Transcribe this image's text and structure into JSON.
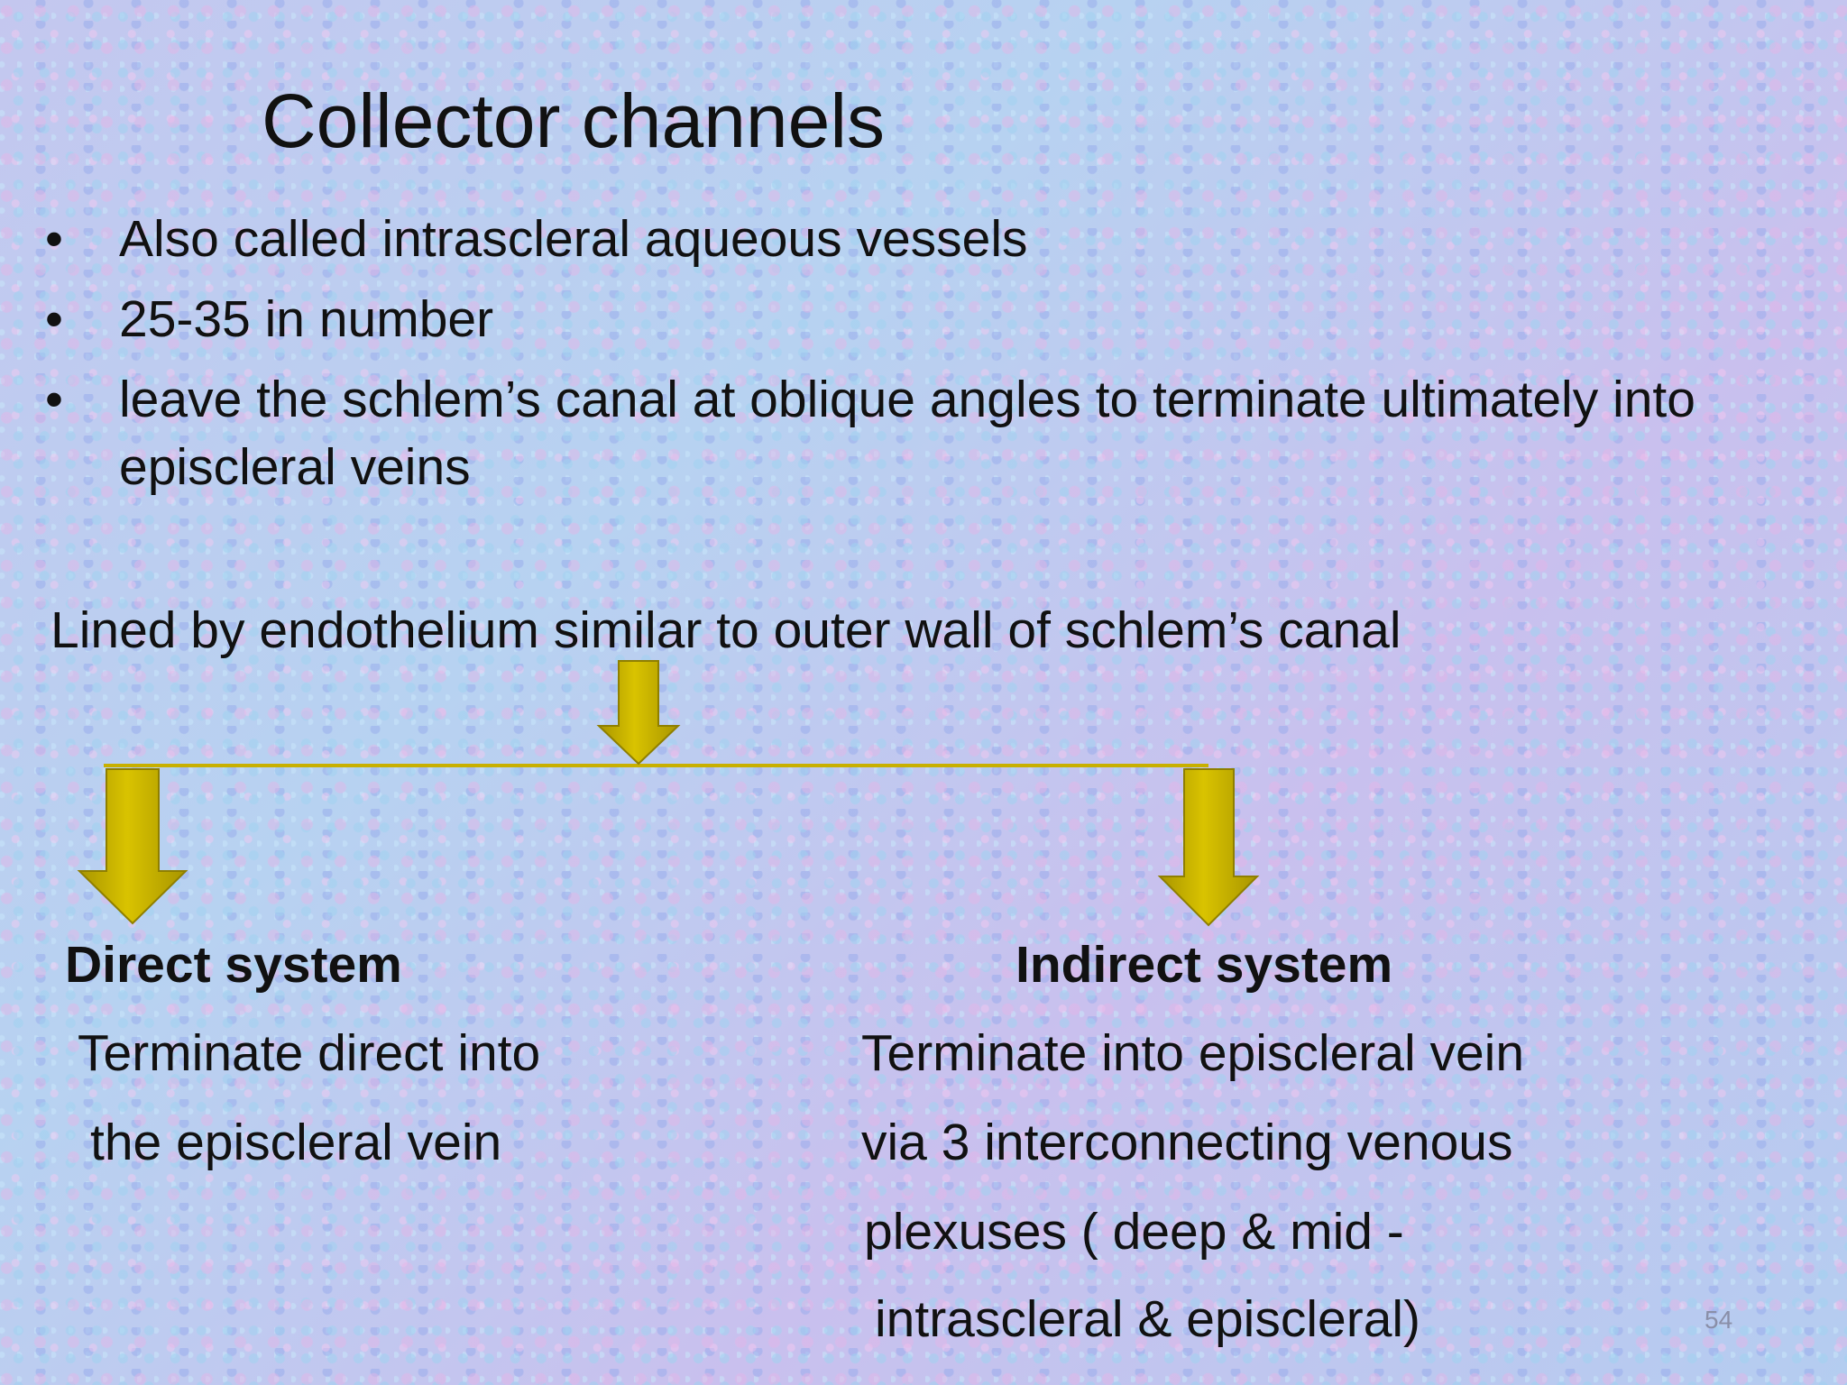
{
  "slide": {
    "title": "Collector channels",
    "bullets": [
      "Also called intrascleral aqueous vessels",
      "25-35 in number",
      "leave the schlem’s canal at oblique angles to terminate ultimately into episcleral veins"
    ],
    "bullet_marker": "•",
    "lined_text": "Lined by endothelium similar to outer wall of schlem’s canal",
    "direct": {
      "heading": "Direct system",
      "lines": [
        "Terminate direct into",
        "the episcleral vein"
      ]
    },
    "indirect": {
      "heading": "Indirect system",
      "lines": [
        "Terminate into episcleral vein",
        "via 3 interconnecting venous",
        "plexuses ( deep & mid -",
        "intrascleral & episcleral)"
      ]
    },
    "page_number": "54",
    "colors": {
      "arrow_fill": "#c9b400",
      "arrow_edge": "#8f7f00",
      "connector": "#c8b000"
    }
  }
}
